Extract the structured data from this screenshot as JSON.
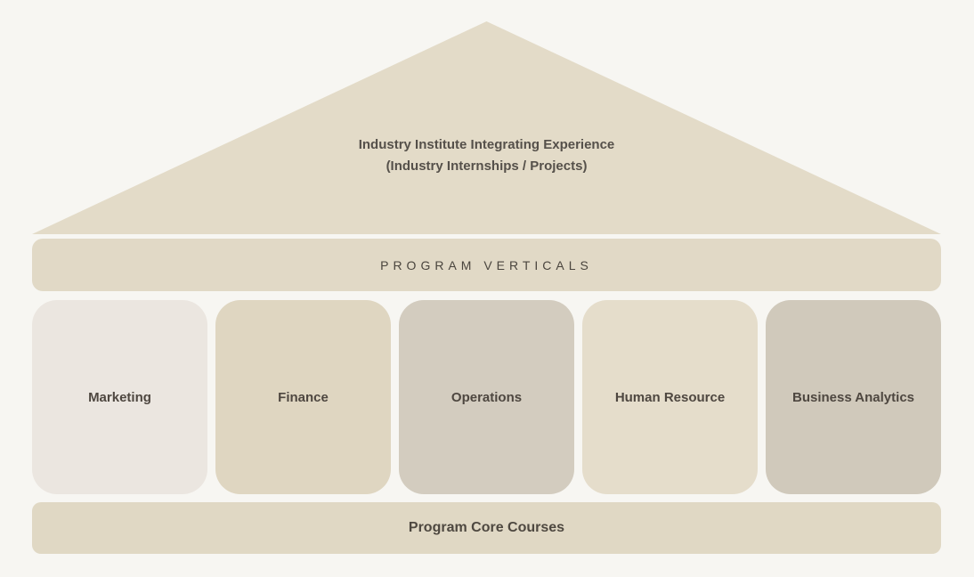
{
  "roof": {
    "line1": "Industry Institute Integrating Experience",
    "line2": "(Industry Internships / Projects)",
    "color": "#e3dbc8"
  },
  "verticals_bar": {
    "label": "PROGRAM VERTICALS",
    "color": "#e1d9c6"
  },
  "pillars": [
    {
      "label": "Marketing",
      "color": "#ebe6e0"
    },
    {
      "label": "Finance",
      "color": "#dfd6c1"
    },
    {
      "label": "Operations",
      "color": "#d3ccbf"
    },
    {
      "label": "Human Resource",
      "color": "#e5ddcb"
    },
    {
      "label": "Business Analytics",
      "color": "#d0c9bb"
    }
  ],
  "base_bar": {
    "label": "Program Core Courses",
    "color": "#e0d8c4"
  },
  "colors": {
    "background": "#f7f6f2",
    "text_dark": "#55504a"
  }
}
